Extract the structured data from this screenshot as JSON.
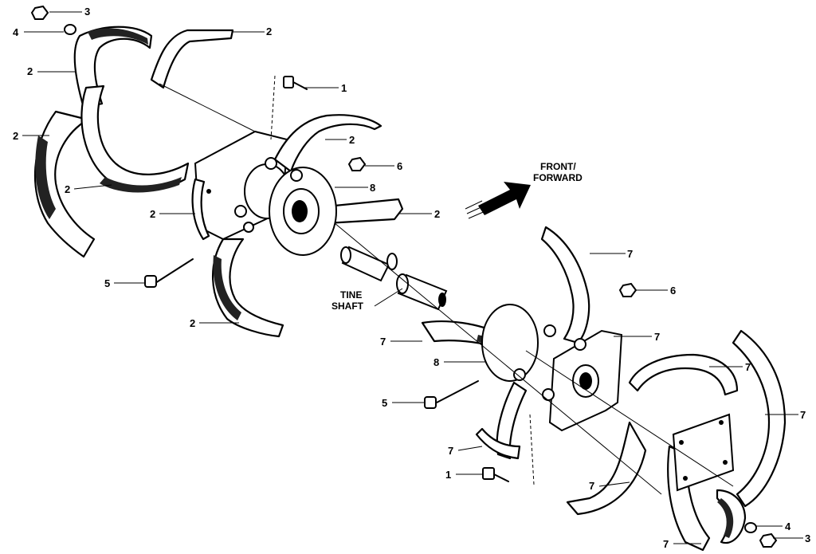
{
  "callouts": [
    {
      "id": "c1a",
      "text": "1"
    },
    {
      "id": "c1b",
      "text": "1"
    },
    {
      "id": "c2a",
      "text": "2"
    },
    {
      "id": "c2b",
      "text": "2"
    },
    {
      "id": "c2c",
      "text": "2"
    },
    {
      "id": "c2d",
      "text": "2"
    },
    {
      "id": "c2e",
      "text": "2"
    },
    {
      "id": "c2f",
      "text": "2"
    },
    {
      "id": "c2g",
      "text": "2"
    },
    {
      "id": "c2h",
      "text": "2"
    },
    {
      "id": "c3a",
      "text": "3"
    },
    {
      "id": "c3b",
      "text": "3"
    },
    {
      "id": "c4a",
      "text": "4"
    },
    {
      "id": "c4b",
      "text": "4"
    },
    {
      "id": "c5a",
      "text": "5"
    },
    {
      "id": "c5b",
      "text": "5"
    },
    {
      "id": "c6a",
      "text": "6"
    },
    {
      "id": "c6b",
      "text": "6"
    },
    {
      "id": "c7a",
      "text": "7"
    },
    {
      "id": "c7b",
      "text": "7"
    },
    {
      "id": "c7c",
      "text": "7"
    },
    {
      "id": "c7d",
      "text": "7"
    },
    {
      "id": "c7e",
      "text": "7"
    },
    {
      "id": "c7f",
      "text": "7"
    },
    {
      "id": "c7g",
      "text": "7"
    },
    {
      "id": "c8a",
      "text": "8"
    },
    {
      "id": "c8b",
      "text": "8"
    }
  ],
  "labels": {
    "front_line1": "FRONT/",
    "front_line2": "FORWARD",
    "shaft_line1": "TINE",
    "shaft_line2": "SHAFT"
  }
}
